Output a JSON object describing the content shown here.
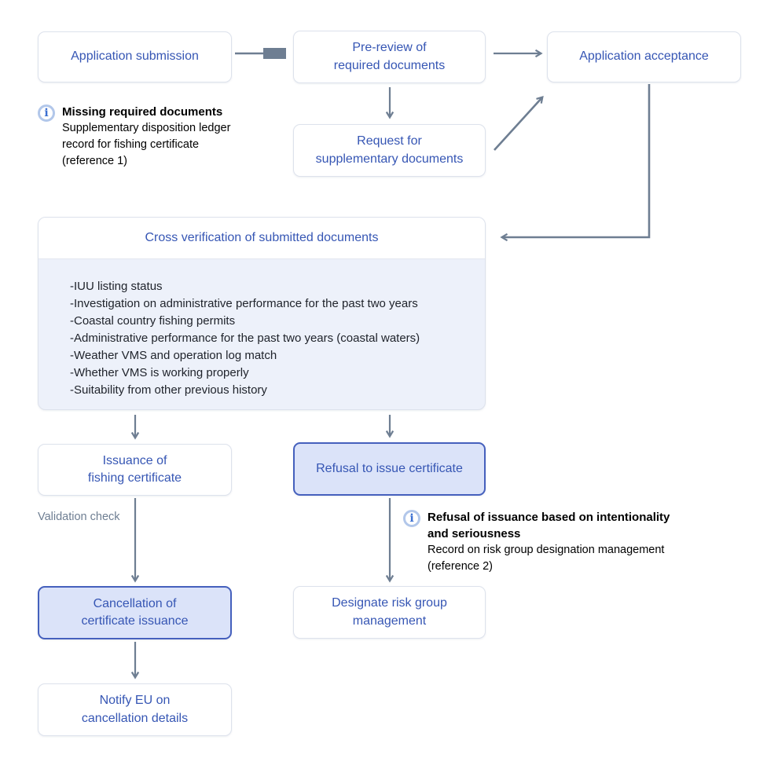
{
  "nodes": {
    "application_submission": {
      "label": "Application submission"
    },
    "pre_review": {
      "label": "Pre-review of\nrequired documents"
    },
    "application_acceptance": {
      "label": "Application acceptance"
    },
    "request_supplementary": {
      "label": "Request for\nsupplementary documents"
    },
    "cross_verification": {
      "title": "Cross verification of submitted documents",
      "items": [
        "-IUU listing status",
        "-Investigation on administrative performance for the past two years",
        "-Coastal country fishing permits",
        "-Administrative performance for the past two years (coastal waters)",
        "-Weather VMS and operation log match",
        "-Whether VMS is working properly",
        "-Suitability from other previous history"
      ]
    },
    "issuance": {
      "label": "Issuance of\nfishing certificate"
    },
    "refusal": {
      "label": "Refusal to issue certificate"
    },
    "cancellation": {
      "label": "Cancellation of\ncertificate issuance"
    },
    "designate_risk": {
      "label": "Designate risk group\nmanagement"
    },
    "notify_eu": {
      "label": "Notify EU on\ncancellation details"
    }
  },
  "notes": {
    "missing_documents": {
      "icon": "i",
      "title": "Missing required documents",
      "body": "Supplementary disposition ledger\nrecord for fishing certificate\n(reference 1)"
    },
    "refusal_record": {
      "icon": "i",
      "title": "Refusal of issuance based on intentionality\nand seriousness",
      "body": "Record on risk group designation management\n(reference 2)"
    }
  },
  "edge_labels": {
    "validation_check": "Validation check"
  },
  "colors": {
    "node_text": "#3656b4",
    "node_border": "#dde2ec",
    "filled_node_bg": "#dbe3f9",
    "filled_node_border": "#4560bd",
    "panel_body_bg": "#edf1fa",
    "arrow": "#6e7e92",
    "info_icon_ring": "#b2c7ea",
    "info_icon_glyph": "#3b6fd1",
    "note_text": "#000000",
    "muted_label": "#6e7e92"
  }
}
